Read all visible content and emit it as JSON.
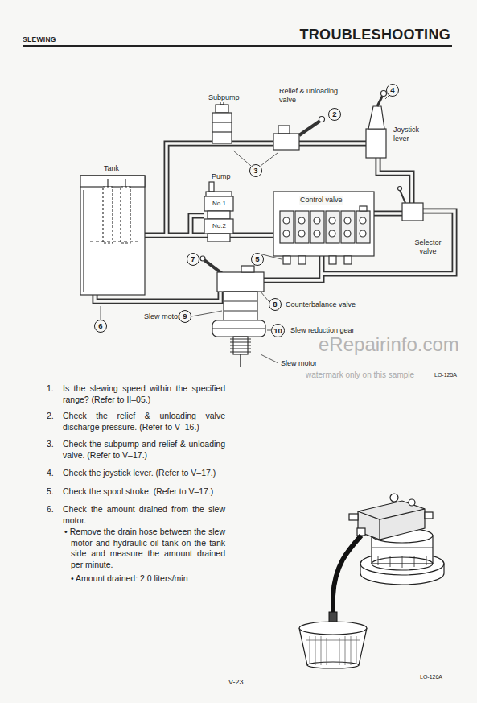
{
  "diagram": {
    "title": "TROUBLESHOOTING",
    "nodes": [
      {
        "text": [
          "4"
        ]
      },
      {
        "text": [
          "2"
        ]
      },
      {
        "text": [
          "3"
        ]
      },
      {
        "text": [
          "7"
        ]
      },
      {
        "text": [
          "5"
        ]
      },
      {
        "text": [
          "8"
        ]
      },
      {
        "text": [
          "9"
        ]
      },
      {
        "text": [
          "6"
        ]
      },
      {
        "text": [
          "10"
        ]
      }
    ],
    "labels": [
      "SLEWING",
      "Subpump",
      "Relief & unloading valve",
      "Joystick lever",
      "Tank",
      "Pump",
      "No.1",
      "Control valve",
      "No.2",
      "Selector valve",
      "Slew motor",
      "Counterbalance valve",
      "Slew reduction gear",
      "eRepairinfo.com",
      "Slew motor",
      "watermark only on this sample",
      "LO-125A",
      "1.",
      "Is the slewing speed within the specified range? (Refer to II–05.)",
      "2.",
      "Check the relief & unloading valve discharge pressure. (Refer to V–16.)",
      "3.",
      "Check the subpump and relief & unloading valve. (Refer to V–17.)",
      "4.",
      "Check the joystick lever. (Refer to V–17.)",
      "5.",
      "Check the spool stroke. (Refer to V–17.)",
      "6.",
      "Check the amount drained from the slew motor.",
      "• Remove the drain hose between the slew motor and hydraulic oil tank on the tank side and measure the amount drained per minute.",
      "• Amount drained: 2.0 liters/min",
      "LO-126A",
      "V-23"
    ]
  }
}
